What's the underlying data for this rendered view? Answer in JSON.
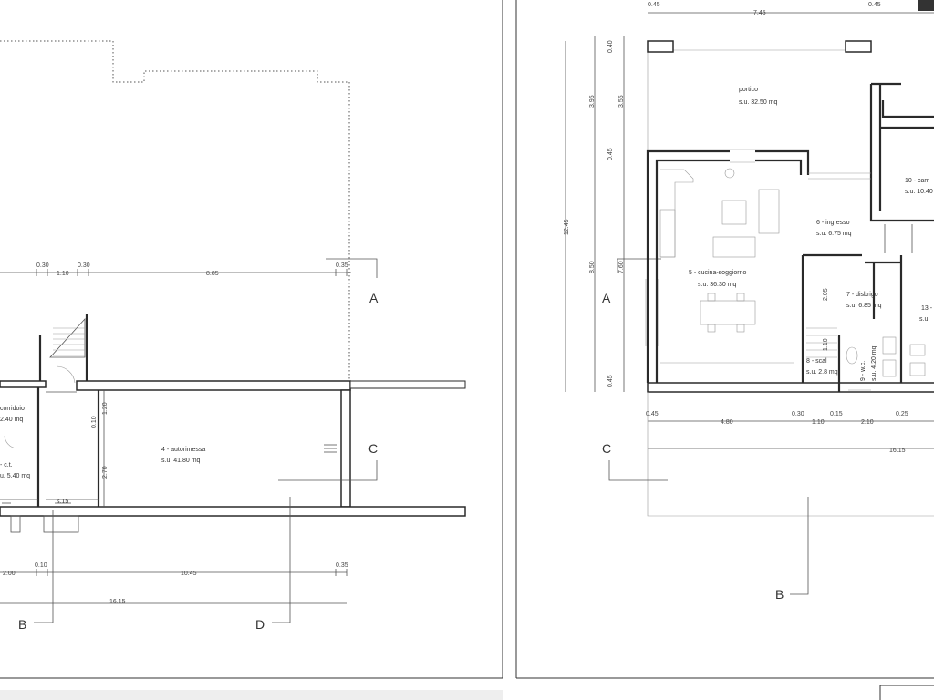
{
  "left_plan": {
    "dims_top": [
      "0.30",
      "1.10",
      "0.30",
      "8.85",
      "0.35"
    ],
    "dims_bottom": [
      "2.00",
      "0.10",
      "10.45",
      "0.35"
    ],
    "total_bottom": "16.15",
    "vertical_dims": [
      "1.20",
      "0.10",
      "2.70"
    ],
    "rooms": {
      "corridoio_name": "corridoio",
      "corridoio_area": "2.40 mq",
      "ct_name": "- c.t.",
      "ct_area": "u. 5.40 mq",
      "autorimessa_name": "4 - autorimessa",
      "autorimessa_area": "s.u. 41.80 mq",
      "small_label": "s.15"
    },
    "sections": {
      "a": "A",
      "b": "B",
      "c": "C",
      "d": "D"
    }
  },
  "right_plan": {
    "dims_top": [
      "0.45",
      "7.45",
      "0.45"
    ],
    "dims_left_outer": [
      "12.45"
    ],
    "dims_left_inner": [
      "0.40",
      "3.95",
      "3.55",
      "0.45",
      "8.50",
      "7.60",
      "0.45"
    ],
    "dims_bottom": [
      "0.45",
      "4.80",
      "0.30",
      "1.10",
      "0.15",
      "2.10",
      "0.25"
    ],
    "total_bottom": "16.15",
    "vertical_dims": [
      "2.05",
      "1.10"
    ],
    "rooms": {
      "portico_name": "portico",
      "portico_area": "s.u. 32.50 mq",
      "cucina_name": "5 - cucina-soggiorno",
      "cucina_area": "s.u. 36.30 mq",
      "ingresso_name": "6 - ingresso",
      "ingresso_area": "s.u. 6.75 mq",
      "disbrigo_name": "7 - disbrigo",
      "disbrigo_area": "s.u. 6.85 mq",
      "camera_name": "10 - cam",
      "camera_area": "s.u. 10.40",
      "wc_name": "9 - w.c.",
      "wc_area": "s.u. 4.20 mq",
      "scala_name": "8 - scal",
      "scala_area": "s.u. 2.8 mq",
      "room13_name": "13 -",
      "room13_area": "s.u."
    },
    "sections": {
      "a": "A",
      "b": "B",
      "c": "C"
    }
  }
}
